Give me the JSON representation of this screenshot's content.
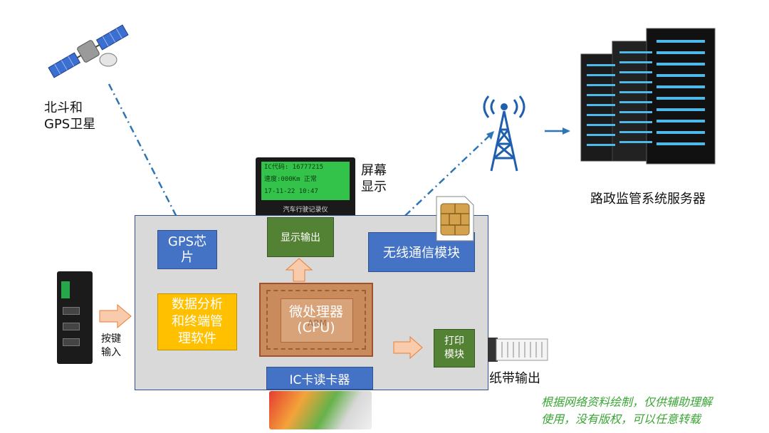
{
  "satellite": {
    "label_line1": "北斗和",
    "label_line2": "GPS卫星",
    "icon": "satellite-icon"
  },
  "screen": {
    "label_line1": "屏幕",
    "label_line2": "显示",
    "lcd_line1": "IC代码:  16777215",
    "lcd_line2": "速度:000Km    正常",
    "lcd_line3": "17-11-22    10:47",
    "device_caption": "汽车行驶记录仪"
  },
  "tower": {
    "icon": "radio-tower-icon"
  },
  "server": {
    "label": "路政监管系统服务器",
    "icon": "server-rack-icon"
  },
  "keypad": {
    "label_line1": "按键",
    "label_line2": "输入",
    "icon": "keypad-icon"
  },
  "modules": {
    "gps_chip_line1": "GPS芯",
    "gps_chip_line2": "片",
    "display_output": "显示输出",
    "wireless": "无线通信模块",
    "software_line1": "数据分析",
    "software_line2": "和终端管",
    "software_line3": "理软件",
    "cpu_line1": "微处理器",
    "cpu_line2": "(CPU)",
    "cpu_chip_text": "ARM",
    "print_line1": "打印",
    "print_line2": "模块",
    "ic_reader": "IC卡读卡器"
  },
  "paper": {
    "label": "纸带输出",
    "icon": "paper-tape-icon"
  },
  "sim": {
    "icon": "sim-card-icon"
  },
  "ic_card": {
    "icon": "ic-card-icon"
  },
  "watermark": {
    "line1": "根据网络资料绘制，仅供辅助理解",
    "line2": "使用，没有版权，可以任意转载"
  },
  "colors": {
    "blue": "#4472c4",
    "green": "#548235",
    "yellow": "#ffc000",
    "panel": "#d9d9d9",
    "arrow": "#f8cbad",
    "dash": "#2e75b6"
  }
}
